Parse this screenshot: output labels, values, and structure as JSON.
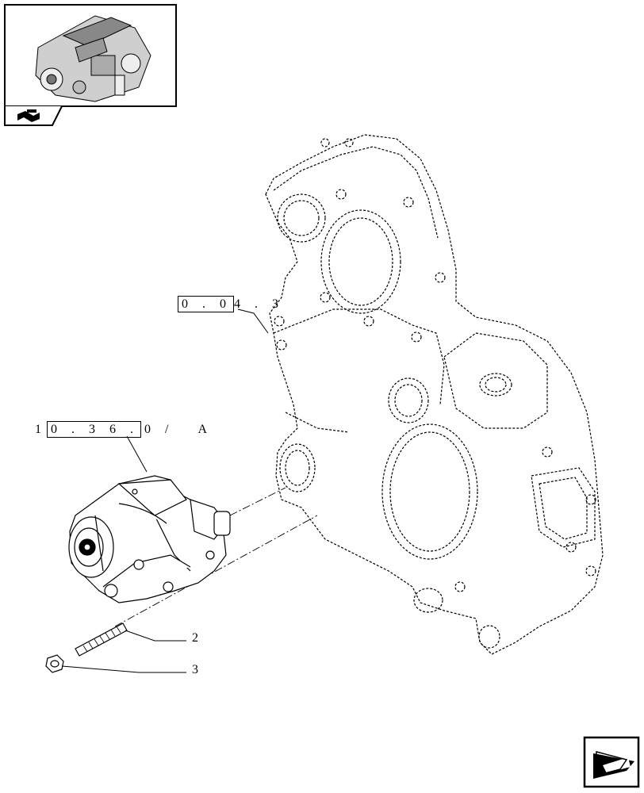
{
  "thumbnail": {
    "icon": "engine-thumbnail-icon"
  },
  "callouts": {
    "ref_004": {
      "boxed": "0 . 0",
      "rest": "4 . 3"
    },
    "ref_1036": {
      "prefix": "1",
      "boxed": "0 . 3 6 .",
      "rest": "0 /",
      "suffix": "A"
    }
  },
  "labels": {
    "item_2": "2",
    "item_3": "3"
  },
  "icons": {
    "prev": "previous-page-arrow-icon",
    "next": "next-page-arrow-icon"
  }
}
